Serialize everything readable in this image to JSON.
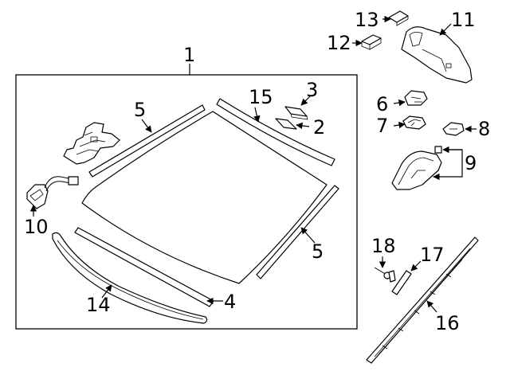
{
  "colors": {
    "line": "#000000",
    "background": "#ffffff"
  },
  "callouts": {
    "c1": "1",
    "c2": "2",
    "c3": "3",
    "c4": "4",
    "c5a": "5",
    "c5b": "5",
    "c6": "6",
    "c7": "7",
    "c8": "8",
    "c9": "9",
    "c10": "10",
    "c11": "11",
    "c12": "12",
    "c13": "13",
    "c14": "14",
    "c15": "15",
    "c16": "16",
    "c17": "17",
    "c18": "18"
  }
}
